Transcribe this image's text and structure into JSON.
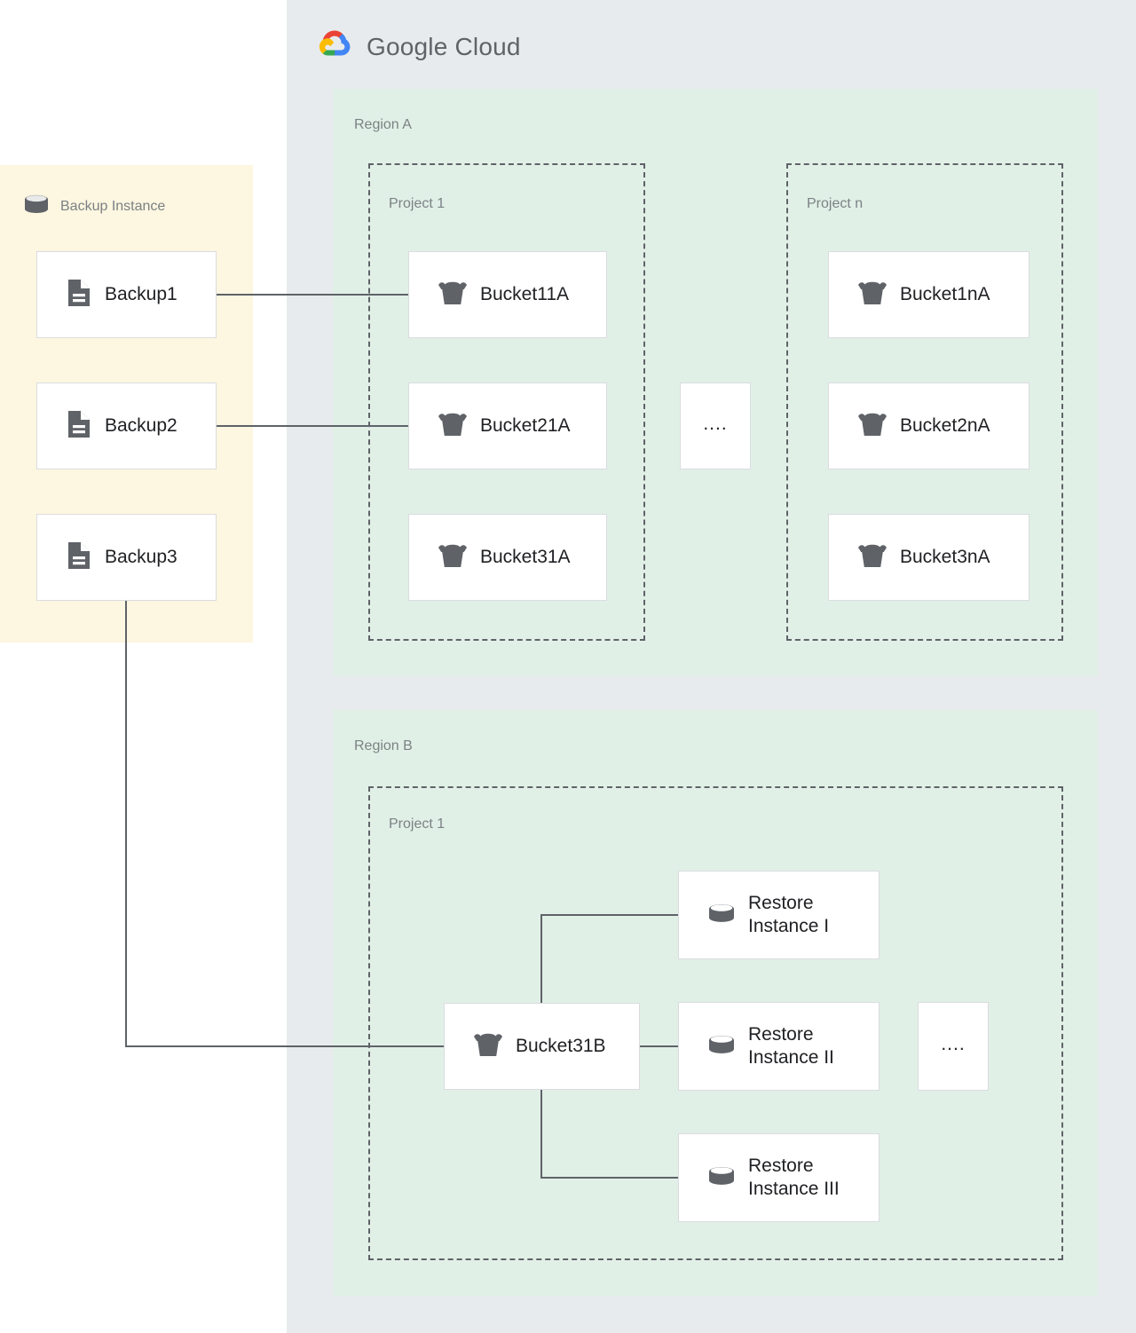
{
  "cloud": {
    "brand_word_1": "Google",
    "brand_word_2": "Cloud",
    "logo_icon": "google-cloud-logo-icon",
    "colors": {
      "panel_bg": "#e8ebed",
      "region_bg": "#e1f0e7",
      "backup_bg": "#fdf6e0",
      "card_bg": "#ffffff",
      "card_border": "#dadce0",
      "icon_gray": "#5f6368",
      "label_gray": "#7b8184",
      "text_dark": "#202124",
      "logo_red": "#ea4335",
      "logo_yellow": "#fbbc04",
      "logo_green": "#34a853",
      "logo_blue": "#4285f4"
    }
  },
  "backup_instance": {
    "title": "Backup Instance",
    "icon": "database-cylinder-icon",
    "items": [
      {
        "label": "Backup1",
        "icon": "document-icon"
      },
      {
        "label": "Backup2",
        "icon": "document-icon"
      },
      {
        "label": "Backup3",
        "icon": "document-icon"
      }
    ]
  },
  "regions": [
    {
      "label": "Region A",
      "projects": [
        {
          "label": "Project 1",
          "items": [
            {
              "label": "Bucket11A",
              "icon": "storage-bucket-icon"
            },
            {
              "label": "Bucket21A",
              "icon": "storage-bucket-icon"
            },
            {
              "label": "Bucket31A",
              "icon": "storage-bucket-icon"
            }
          ]
        },
        {
          "label": "Project n",
          "items": [
            {
              "label": "Bucket1nA",
              "icon": "storage-bucket-icon"
            },
            {
              "label": "Bucket2nA",
              "icon": "storage-bucket-icon"
            },
            {
              "label": "Bucket3nA",
              "icon": "storage-bucket-icon"
            }
          ]
        }
      ],
      "ellipsis": "...."
    },
    {
      "label": "Region B",
      "projects": [
        {
          "label": "Project 1",
          "items": [
            {
              "label": "Bucket31B",
              "icon": "storage-bucket-icon"
            },
            {
              "label": "Restore\nInstance I",
              "icon": "database-cylinder-icon"
            },
            {
              "label": "Restore\nInstance II",
              "icon": "database-cylinder-icon"
            },
            {
              "label": "Restore\nInstance III",
              "icon": "database-cylinder-icon"
            }
          ]
        }
      ],
      "ellipsis": "...."
    }
  ],
  "connections": [
    {
      "from": "Backup1",
      "to": "Bucket11A"
    },
    {
      "from": "Backup2",
      "to": "Bucket21A"
    },
    {
      "from": "Backup3",
      "to": "Bucket31B"
    },
    {
      "from": "Bucket31B",
      "to": "Restore Instance I"
    },
    {
      "from": "Bucket31B",
      "to": "Restore Instance II"
    },
    {
      "from": "Bucket31B",
      "to": "Restore Instance III"
    }
  ]
}
